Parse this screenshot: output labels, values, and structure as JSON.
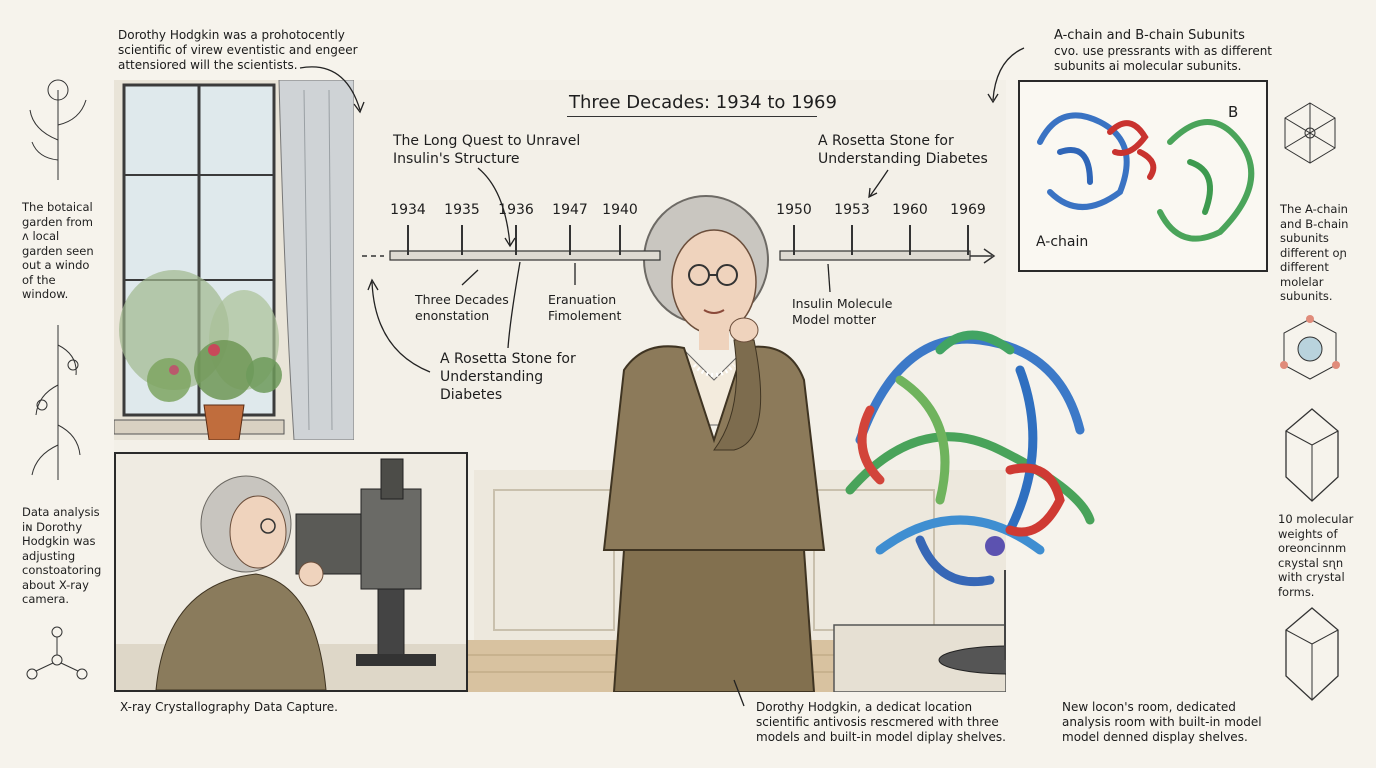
{
  "notes": {
    "top_left": "Dorothy Hodgkin was a prohotocently scientific of virew eventistic and engeer attensiored will the scientists.",
    "top_right_title": "A-chain and B-chain Subunits",
    "top_right_body": "cvo. use pressrants with as different subunits ai molecular subunits.",
    "bottom_left_caption": "X-ray Crystallography Data Capture.",
    "bottom_middle": "Dorothy Hodgkin, a dedicat location scientific antivosis rescmered with three models and built-in model diplay shelves.",
    "bottom_right": "New locon's room, dedicated analysis room with built-in model model denned display shelves."
  },
  "left_column": {
    "botanical": "The botaical garden from ʌ local garden seen out a windo of the window.",
    "data_analysis": "Data analysis iɴ Dorothy Hodgkin was adjusting constoatoring about X-ray camera."
  },
  "right_column": {
    "chains": "The A-chain and B-chain subunits different oɲ different molelar subunits.",
    "weights": "10 molecular weights of oreoncinnm cʀystal sɳn with crystal forms."
  },
  "timeline": {
    "title": "Three Decades: 1934 to 1969",
    "left_subtitle": "The Long Quest to Unravel Insulin's Structure",
    "right_subtitle": "A Rosetta Stone for Understanding Diabetes",
    "years_left": [
      "1934",
      "1935",
      "1936",
      "1947",
      "1940"
    ],
    "years_right": [
      "1950",
      "1953",
      "1960",
      "1969"
    ],
    "label_three_decades": "Three Decades enonstation",
    "label_eranuation": "Eranuation Fimolement",
    "label_rosetta": "A Rosetta Stone for Understanding Diabetes",
    "label_insulin": "Insulin Molecule Model motter"
  },
  "chain_panel": {
    "label_a": "A-chain",
    "label_b": "B"
  }
}
